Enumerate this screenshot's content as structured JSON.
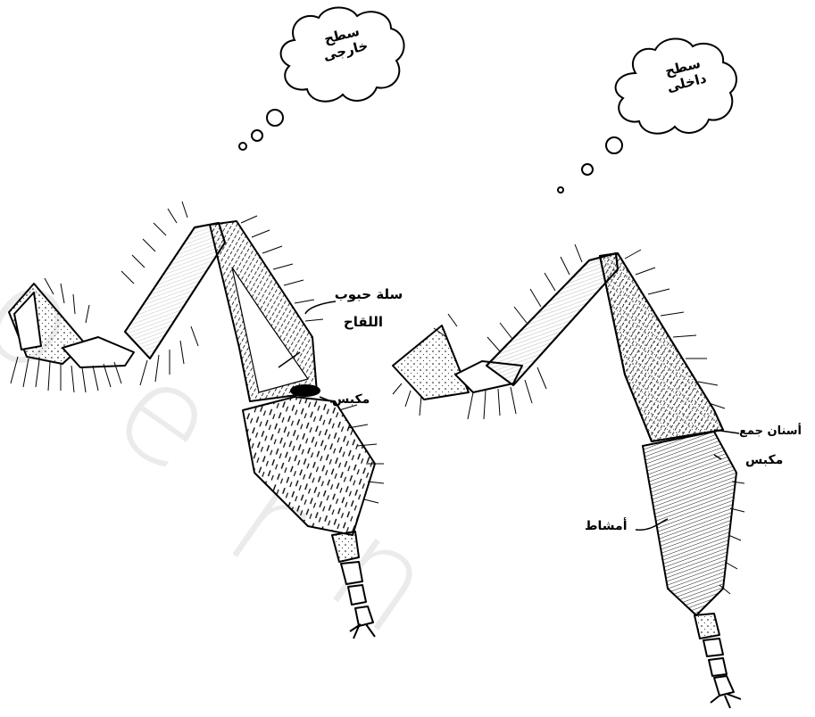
{
  "outer_surface": {
    "line1": "سطح",
    "line2": "خارجی"
  },
  "inner_surface": {
    "line1": "سطح",
    "line2": "داخلی"
  },
  "left_leg_labels": {
    "pollen_basket_line1": "سلة حبوب",
    "pollen_basket_line2": "اللقاح",
    "press": "مكبس"
  },
  "right_leg_labels": {
    "collection_teeth": "أسنان جمع",
    "press": "مكبس",
    "combs": "أمشاط"
  },
  "colors": {
    "ink": "#000000",
    "watermark": "#c8c8c8",
    "background": "#ffffff"
  }
}
